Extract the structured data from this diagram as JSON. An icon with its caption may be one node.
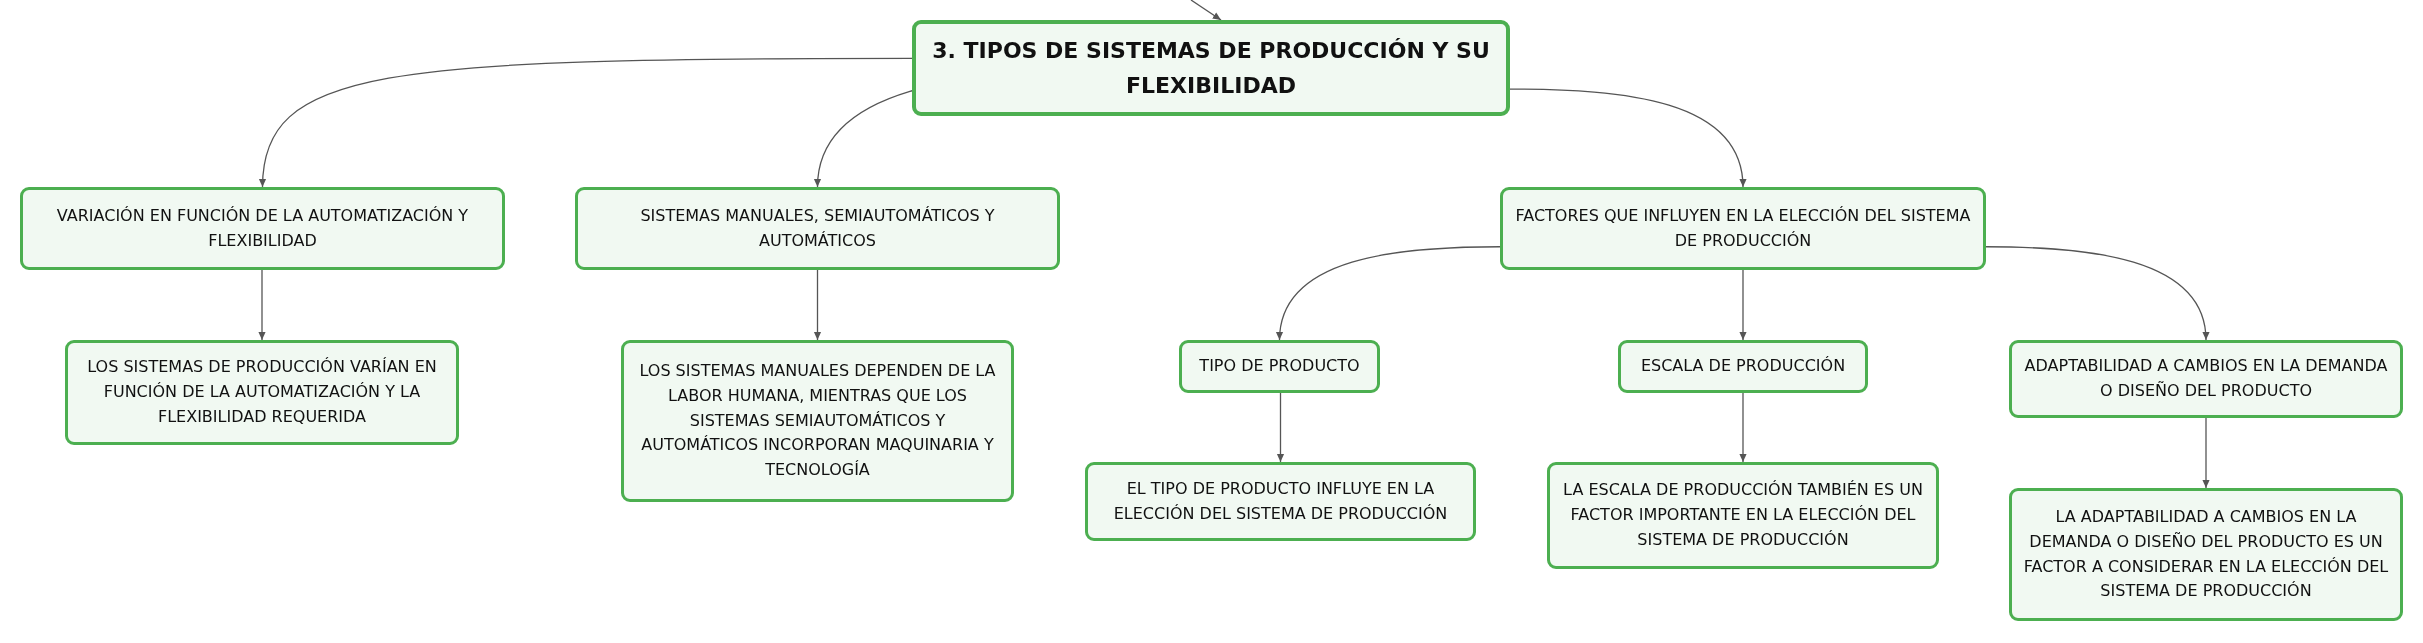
{
  "diagram": {
    "nodes": [
      {
        "text": [
          "3. TIPOS DE SISTEMAS DE PRODUCCIÓN Y SU FLEXIBILIDAD"
        ]
      },
      {
        "text": [
          "VARIACIÓN EN FUNCIÓN DE LA AUTOMATIZACIÓN Y FLEXIBILIDAD"
        ]
      },
      {
        "text": [
          "LOS SISTEMAS DE PRODUCCIÓN VARÍAN EN FUNCIÓN DE LA AUTOMATIZACIÓN Y LA FLEXIBILIDAD REQUERIDA"
        ]
      },
      {
        "text": [
          "SISTEMAS MANUALES, SEMIAUTOMÁTICOS Y AUTOMÁTICOS"
        ]
      },
      {
        "text": [
          "LOS SISTEMAS MANUALES DEPENDEN DE LA LABOR HUMANA, MIENTRAS QUE LOS SISTEMAS SEMIAUTOMÁTICOS Y AUTOMÁTICOS INCORPORAN MAQUINARIA Y TECNOLOGÍA"
        ]
      },
      {
        "text": [
          "FACTORES QUE INFLUYEN EN LA ELECCIÓN DEL SISTEMA DE PRODUCCIÓN"
        ]
      },
      {
        "text": [
          "TIPO DE PRODUCTO"
        ]
      },
      {
        "text": [
          "EL TIPO DE PRODUCTO INFLUYE EN LA ELECCIÓN DEL SISTEMA DE PRODUCCIÓN"
        ]
      },
      {
        "text": [
          "ESCALA DE PRODUCCIÓN"
        ]
      },
      {
        "text": [
          "LA ESCALA DE PRODUCCIÓN TAMBIÉN ES UN FACTOR IMPORTANTE EN LA ELECCIÓN DEL SISTEMA DE PRODUCCIÓN"
        ]
      },
      {
        "text": [
          "ADAPTABILIDAD A CAMBIOS EN LA DEMANDA O DISEÑO DEL PRODUCTO"
        ]
      },
      {
        "text": [
          "LA ADAPTABILIDAD A CAMBIOS EN LA DEMANDA O DISEÑO DEL PRODUCTO ES UN FACTOR A CONSIDERAR EN LA ELECCIÓN DEL SISTEMA DE PRODUCCIÓN"
        ]
      }
    ],
    "edges": [
      {
        "from": null,
        "to": 0,
        "arrow": "to"
      },
      {
        "from": 0,
        "to": 1,
        "arrow": "to"
      },
      {
        "from": 1,
        "to": 2,
        "arrow": "to"
      },
      {
        "from": 0,
        "to": 3,
        "arrow": "to"
      },
      {
        "from": 3,
        "to": 4,
        "arrow": "to"
      },
      {
        "from": 0,
        "to": 5,
        "arrow": "to"
      },
      {
        "from": 5,
        "to": 6,
        "arrow": "to"
      },
      {
        "from": 6,
        "to": 7,
        "arrow": "to"
      },
      {
        "from": 5,
        "to": 8,
        "arrow": "to"
      },
      {
        "from": 8,
        "to": 9,
        "arrow": "to"
      },
      {
        "from": 5,
        "to": 10,
        "arrow": "to"
      },
      {
        "from": 10,
        "to": 11,
        "arrow": "to"
      }
    ]
  }
}
